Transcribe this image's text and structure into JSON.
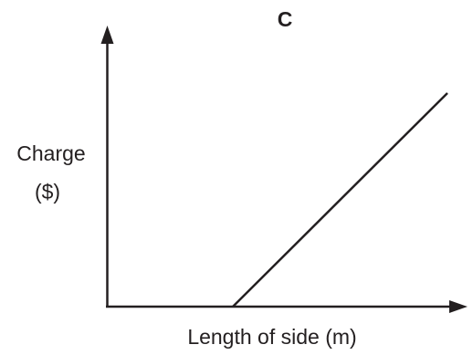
{
  "chart_data": {
    "type": "line",
    "title": "C",
    "xlabel": "Length of side (m)",
    "ylabel_lines": [
      "Charge",
      "($)"
    ],
    "x_ticks": [],
    "y_ticks": [],
    "xlim": [
      0,
      100
    ],
    "ylim": [
      0,
      100
    ],
    "grid": false,
    "legend": "none",
    "series": [
      {
        "x": [
          37,
          100
        ],
        "y": [
          0,
          75
        ]
      }
    ]
  },
  "colors": {
    "ink": "#231f20",
    "background": "#ffffff"
  }
}
